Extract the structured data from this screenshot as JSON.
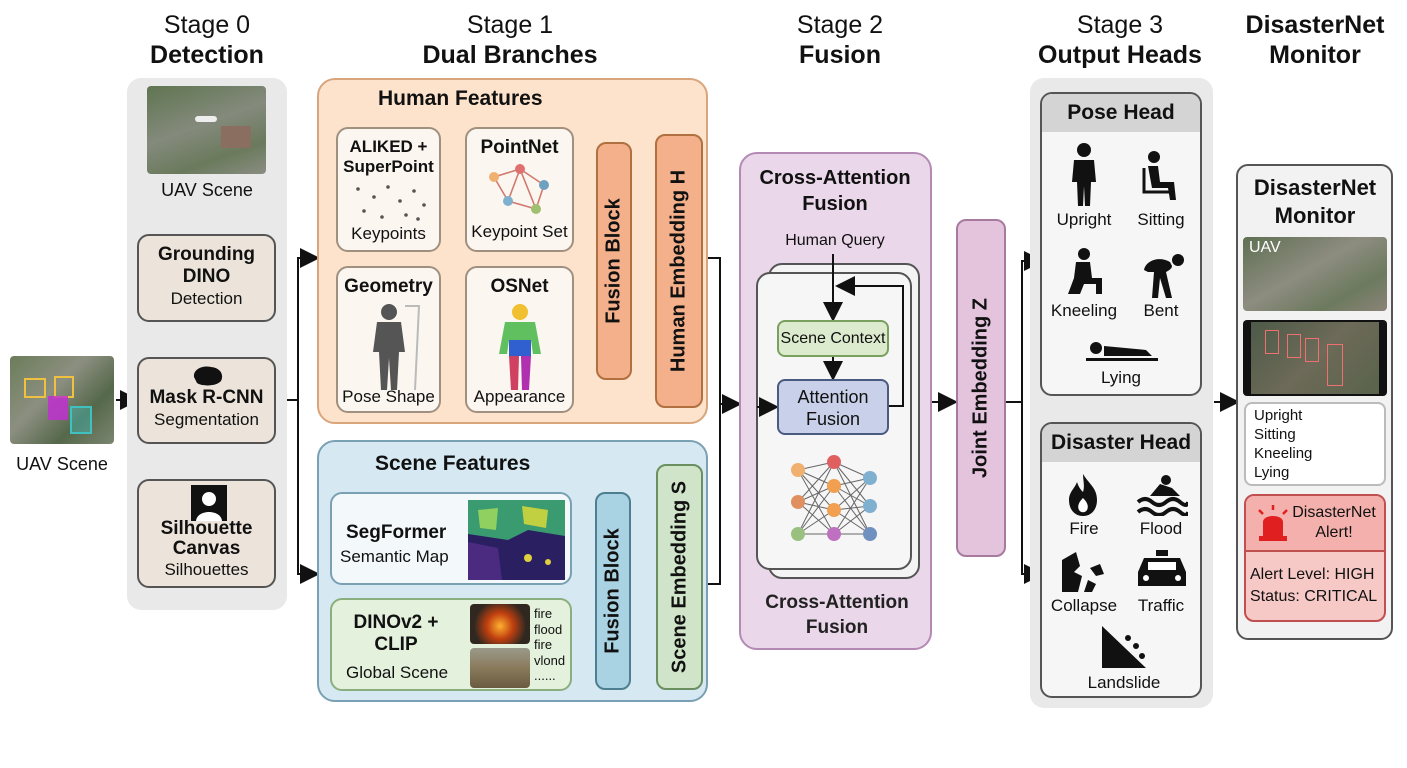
{
  "stages": {
    "s0": {
      "line1": "Stage 0",
      "line2": "Detection"
    },
    "s1": {
      "line1": "Stage 1",
      "line2": "Dual Branches"
    },
    "s2": {
      "line1": "Stage 2",
      "line2": "Fusion"
    },
    "s3": {
      "line1": "Stage 3",
      "line2": "Output Heads"
    },
    "s4": {
      "line1": "DisasterNet",
      "line2": "Monitor"
    }
  },
  "input": {
    "label": "UAV Scene"
  },
  "detection": {
    "uav_label": "UAV Scene",
    "grounding": {
      "title": "Grounding DINO",
      "sub": "Detection"
    },
    "mask": {
      "title": "Mask R-CNN",
      "sub": "Segmentation"
    },
    "silhouette": {
      "title": "Silhouette Canvas",
      "sub": "Silhouettes"
    }
  },
  "human": {
    "title": "Human Features",
    "aliked": {
      "title": "ALIKED + SuperPoint",
      "sub": "Keypoints"
    },
    "pointnet": {
      "title": "PointNet",
      "sub": "Keypoint Set"
    },
    "geometry": {
      "title": "Geometry",
      "sub": "Pose Shape"
    },
    "osnet": {
      "title": "OSNet",
      "sub": "Appearance"
    },
    "fusion": "Fusion Block",
    "embedding": "Human Embedding H"
  },
  "scene": {
    "title": "Scene Features",
    "segformer": {
      "title": "SegFormer",
      "sub": "Semantic Map"
    },
    "dino": {
      "title": "DINOv2 + CLIP",
      "sub": "Global Scene"
    },
    "tags": [
      "fire",
      "flood",
      "fire",
      "vlond",
      "......"
    ],
    "fusion": "Fusion Block",
    "embedding": "Scene Embedding S"
  },
  "cross": {
    "title": "Cross-Attention Fusion",
    "query": "Human Query",
    "context": "Scene Context",
    "attention": "Attention Fusion",
    "bottom": "Cross-Attention Fusion"
  },
  "joint": "Joint Embedding Z",
  "pose_head": {
    "title": "Pose Head",
    "items": [
      "Upright",
      "Sitting",
      "Kneeling",
      "Bent",
      "Lying"
    ]
  },
  "disaster_head": {
    "title": "Disaster Head",
    "items": [
      "Fire",
      "Flood",
      "Collapse",
      "Traffic",
      "Landslide"
    ]
  },
  "monitor": {
    "title": "DisasterNet Monitor",
    "uav": "UAV",
    "poses": [
      "Upright",
      "Sitting",
      "Kneeling",
      "Lying"
    ],
    "alert": "DisasterNet Alert!",
    "level": "Alert Level: HIGH",
    "status": "Status: CRITICAL"
  },
  "colors": {
    "human_panel": "#fde3cc",
    "scene_panel": "#d6e9f2",
    "cross_panel": "#ead7ea",
    "joint_bar": "#e4c3dd",
    "alert": "#f6c9c6"
  }
}
